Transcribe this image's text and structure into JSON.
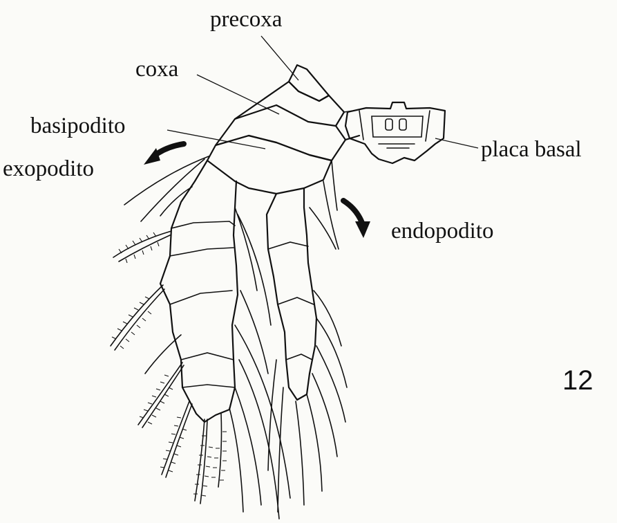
{
  "labels": {
    "precoxa": "precoxa",
    "coxa": "coxa",
    "basipodito": "basipodito",
    "exopodito": "exopodito",
    "endopodito": "endopodito",
    "placa_basal": "placa basal"
  },
  "figure_number": "12"
}
